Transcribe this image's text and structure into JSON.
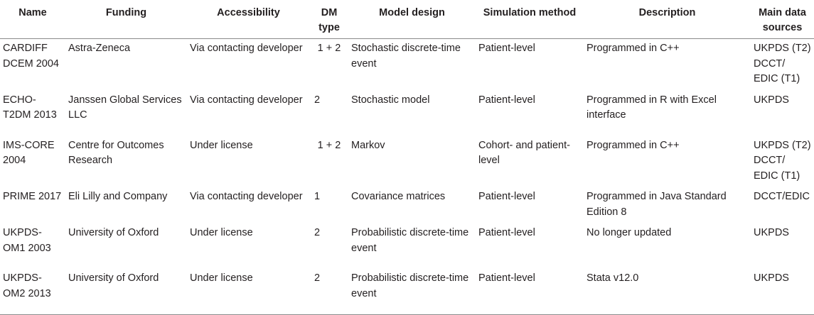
{
  "table": {
    "headers": [
      {
        "key": "name",
        "label": "Name"
      },
      {
        "key": "funding",
        "label": "Funding"
      },
      {
        "key": "accessibility",
        "label": "Accessibility"
      },
      {
        "key": "dm_type",
        "label": "DM type"
      },
      {
        "key": "model_design",
        "label": "Model design"
      },
      {
        "key": "simulation_method",
        "label": "Simulation method"
      },
      {
        "key": "description",
        "label": "Description"
      },
      {
        "key": "main_data_sources",
        "label": "Main data sources"
      }
    ],
    "rows": [
      {
        "name": "CARDIFF DCEM 2004",
        "funding": "Astra-Zeneca",
        "accessibility": "Via contacting developer",
        "dm_type": "1 + 2",
        "model_design": "Stochastic discrete-time event",
        "simulation_method": "Patient-level",
        "description": "Programmed in C++",
        "main_data_sources": "UKPDS (T2) DCCT/ EDIC (T1)"
      },
      {
        "name": "ECHO-T2DM 2013",
        "funding": "Janssen Global Services LLC",
        "accessibility": "Via contacting developer",
        "dm_type": "2",
        "model_design": "Stochastic model",
        "simulation_method": "Patient-level",
        "description": "Programmed in R with Excel interface",
        "main_data_sources": "UKPDS"
      },
      {
        "name": "IMS-CORE 2004",
        "funding": "Centre for Outcomes Research",
        "accessibility": "Under license",
        "dm_type": "1 + 2",
        "model_design": "Markov",
        "simulation_method": "Cohort- and patient-level",
        "description": "Programmed in C++",
        "main_data_sources": "UKPDS (T2) DCCT/ EDIC (T1)"
      },
      {
        "name": "PRIME 2017",
        "funding": "Eli Lilly and Company",
        "accessibility": "Via contacting developer",
        "dm_type": "1",
        "model_design": "Covariance matrices",
        "simulation_method": "Patient-level",
        "description": "Programmed in Java Standard Edition 8",
        "main_data_sources": "DCCT/EDIC"
      },
      {
        "name": "UKPDS-OM1 2003",
        "funding": "University of Oxford",
        "accessibility": "Under license",
        "dm_type": "2",
        "model_design": "Probabilistic discrete-time event",
        "simulation_method": "Patient-level",
        "description": "No longer updated",
        "main_data_sources": "UKPDS"
      },
      {
        "name": "UKPDS-OM2 2013",
        "funding": "University of Oxford",
        "accessibility": "Under license",
        "dm_type": "2",
        "model_design": "Probabilistic discrete-time event",
        "simulation_method": "Patient-level",
        "description": "Stata v12.0",
        "main_data_sources": "UKPDS"
      }
    ]
  }
}
